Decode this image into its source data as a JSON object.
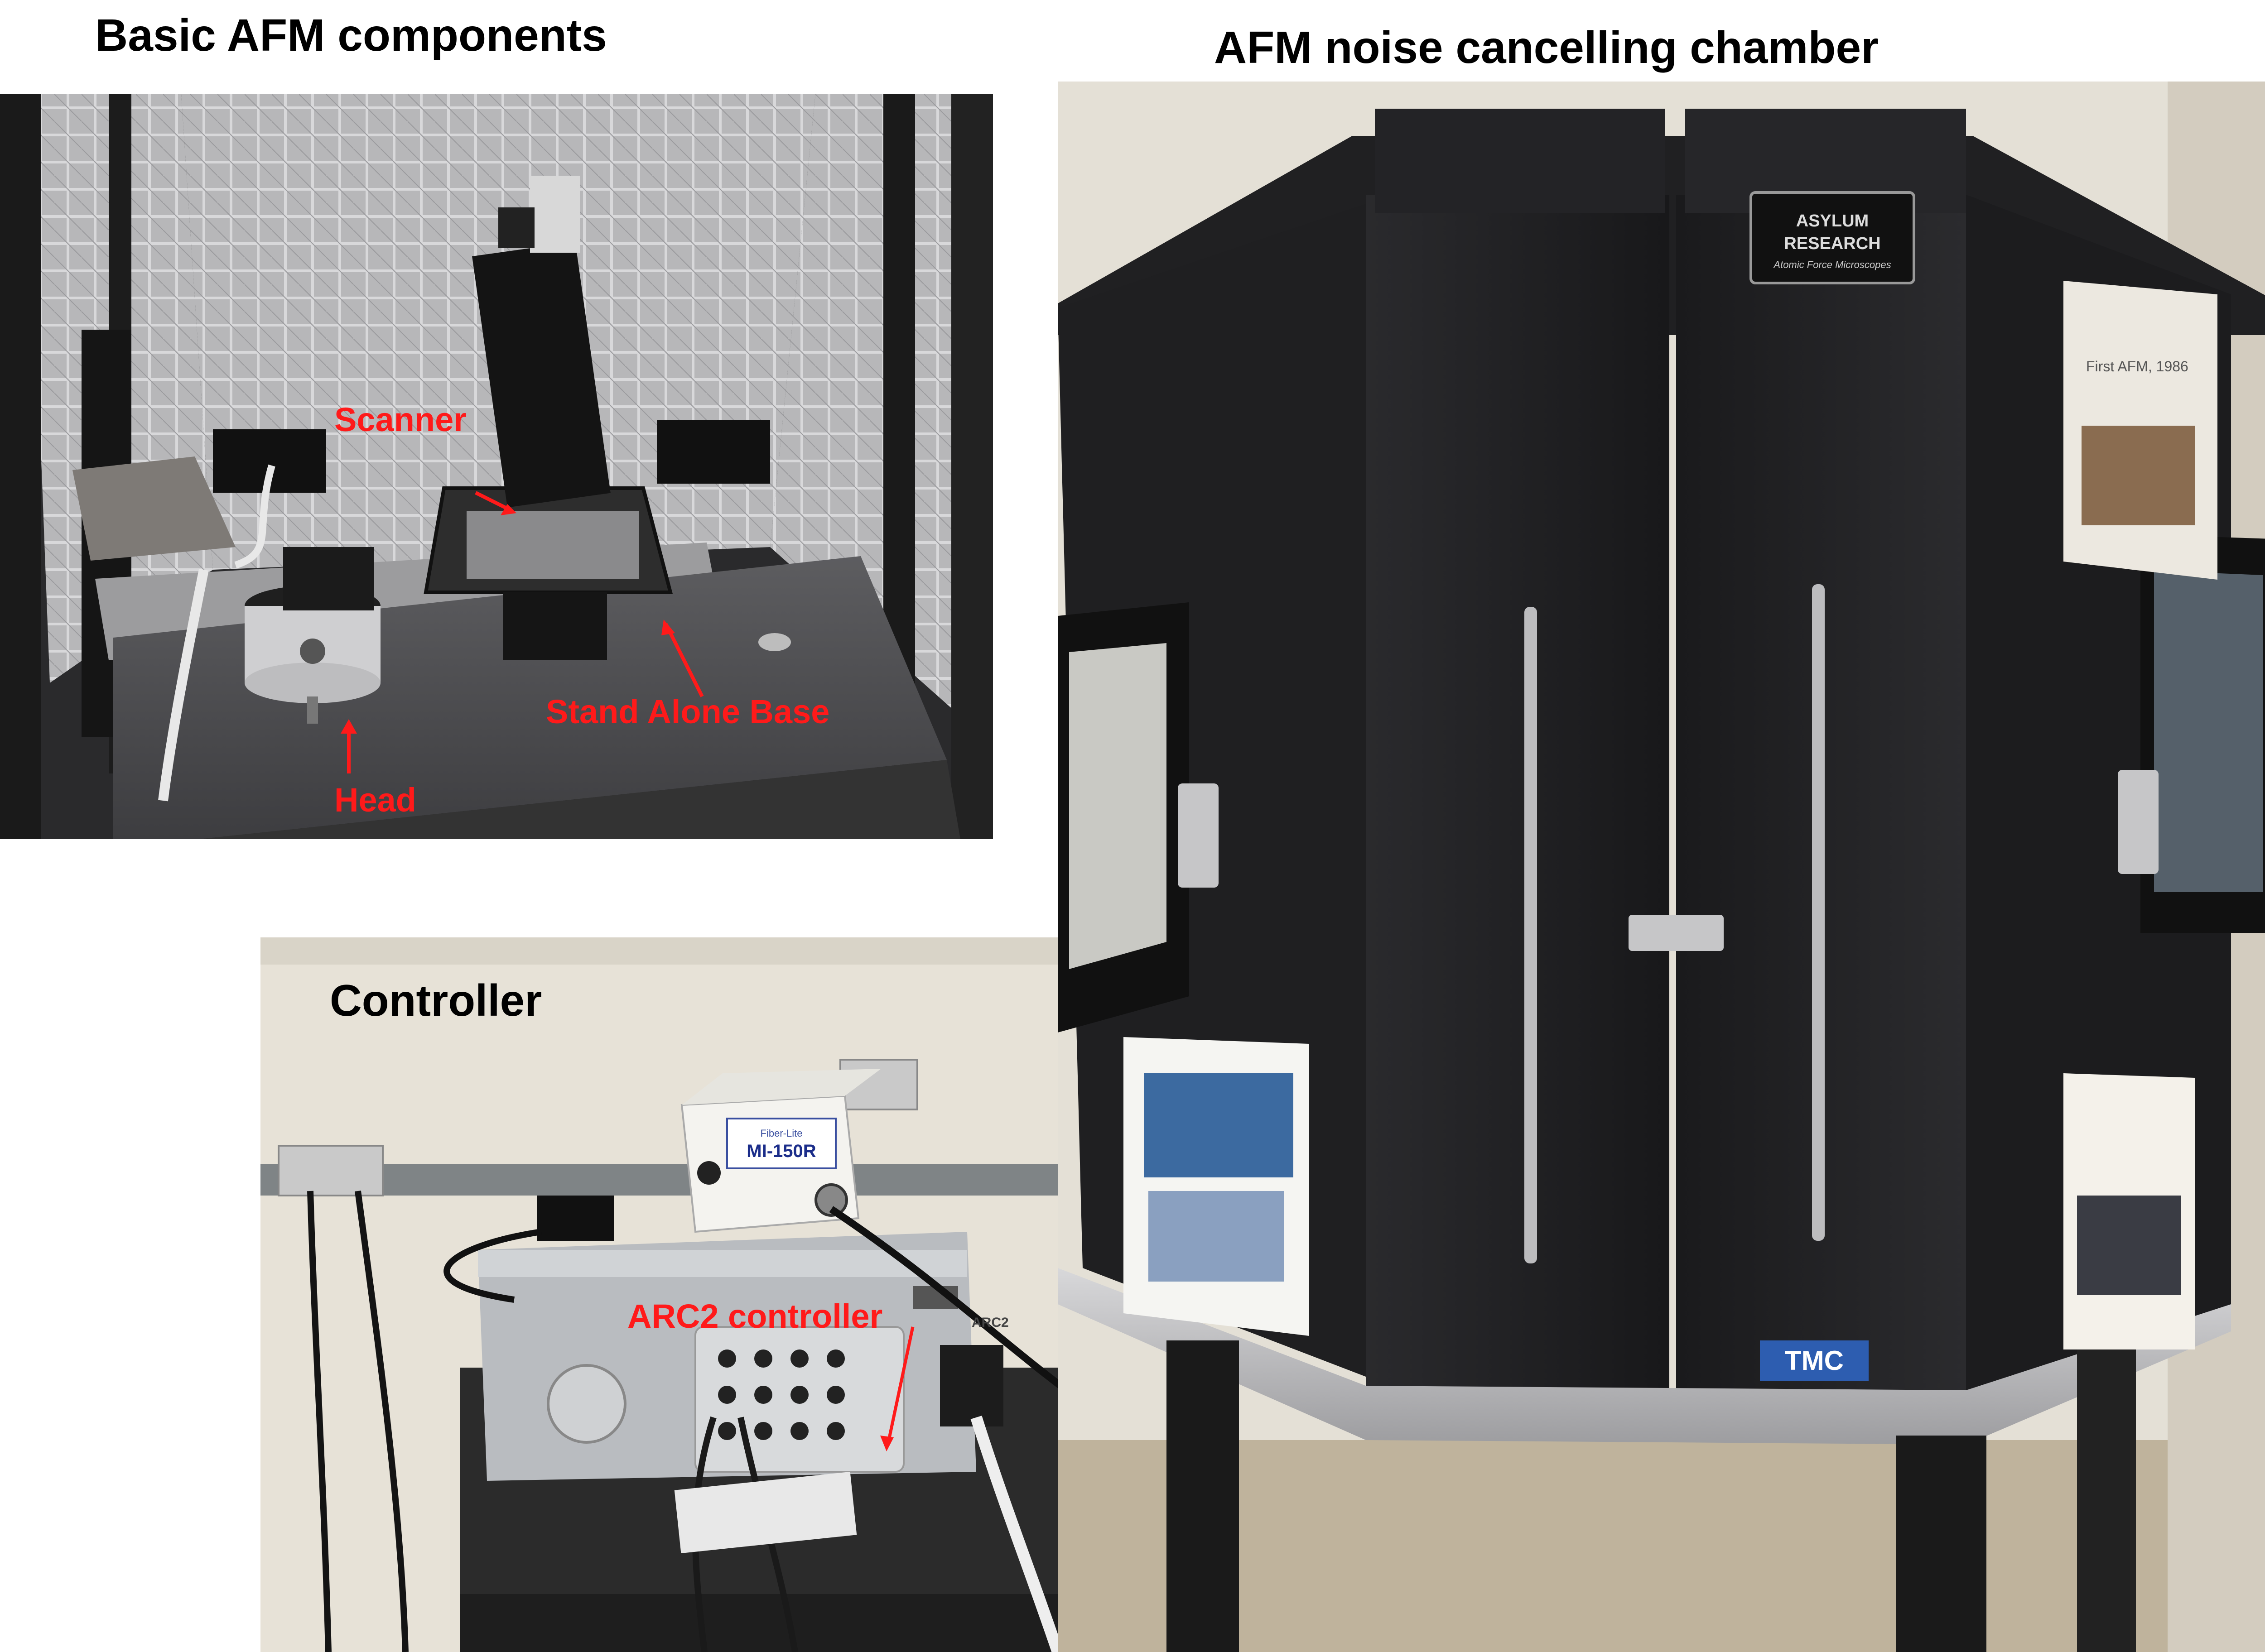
{
  "panels": {
    "basic": {
      "title": "Basic AFM components",
      "labels": {
        "scanner": "Scanner",
        "stand_alone_base": "Stand Alone Base",
        "head": "Head"
      }
    },
    "controller": {
      "title": "Controller",
      "labels": {
        "arc2": "ARC2 controller"
      },
      "device_text": {
        "light_source_model": "MI-150R",
        "light_source_brand": "Fiber-Lite",
        "controller_badge": "ARC2"
      }
    },
    "chamber": {
      "title": "AFM noise cancelling chamber",
      "logo_text": {
        "brand_line1": "ASYLUM",
        "brand_line2": "RESEARCH",
        "brand_tagline": "Atomic Force Microscopes",
        "base_brand": "TMC"
      },
      "poster_text": {
        "first_afm": "First AFM, 1986"
      }
    }
  },
  "colors": {
    "annotation": "#ff1a1a",
    "title": "#000000",
    "chamber_body": "#1b1b1d",
    "foil": "#b9b9bb",
    "wall": "#e6e1d6"
  }
}
